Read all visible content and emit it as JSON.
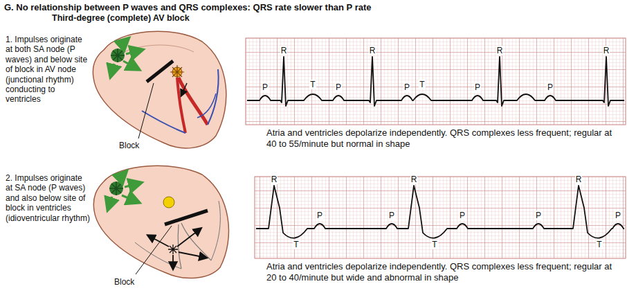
{
  "diagram": {
    "title": "G. No relationship between P waves and QRS complexes: QRS rate slower than P rate",
    "labels": [
      "Third-degree (complete) AV block",
      "1. Impulses originate at both SA node (P waves) and below site of block in AV node (junctional rhythm) conducting to ventricles",
      "Block",
      "P",
      "R",
      "T",
      "P",
      "R",
      "P",
      "T",
      "P",
      "R",
      "P",
      "R",
      "Atria and ventricles depolarize independently. QRS complexes less frequent; regular at 40 to 55/minute but normal in shape",
      "2. Impulses originate at SA node (P waves) and also below site of block in ventricles (idioventricular rhythm)",
      "Block",
      "R",
      "T",
      "P",
      "P",
      "R",
      "T",
      "P",
      "P",
      "R",
      "P",
      "T",
      "Atria and ventricles depolarize independently. QRS complexes less frequent; regular at 20 to 40/minute but wide and abnormal in shape"
    ]
  }
}
